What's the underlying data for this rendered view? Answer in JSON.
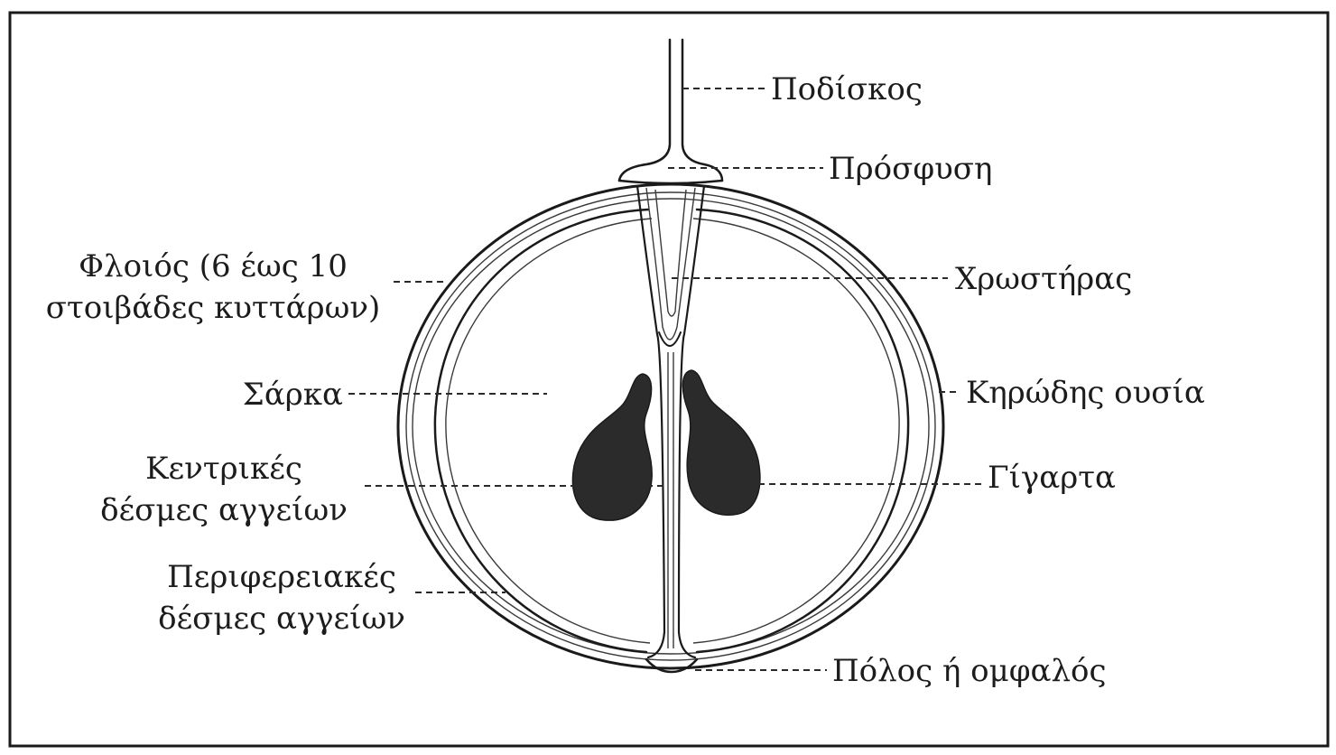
{
  "labels": {
    "pedicel": "Ποδίσκος",
    "attachment": "Πρόσφυση",
    "skin_line1": "Φλοιός (6 έως 10",
    "skin_line2": "στοιβάδες κυττάρων)",
    "brush": "Χρωστήρας",
    "flesh": "Σάρκα",
    "wax": "Κηρώδης ουσία",
    "central_line1": "Κεντρικές",
    "central_line2": "δέσμες αγγείων",
    "seeds": "Γίγαρτα",
    "peripheral_line1": "Περιφερειακές",
    "peripheral_line2": "δέσμες αγγείων",
    "pole": "Πόλος ή ομφαλός"
  }
}
